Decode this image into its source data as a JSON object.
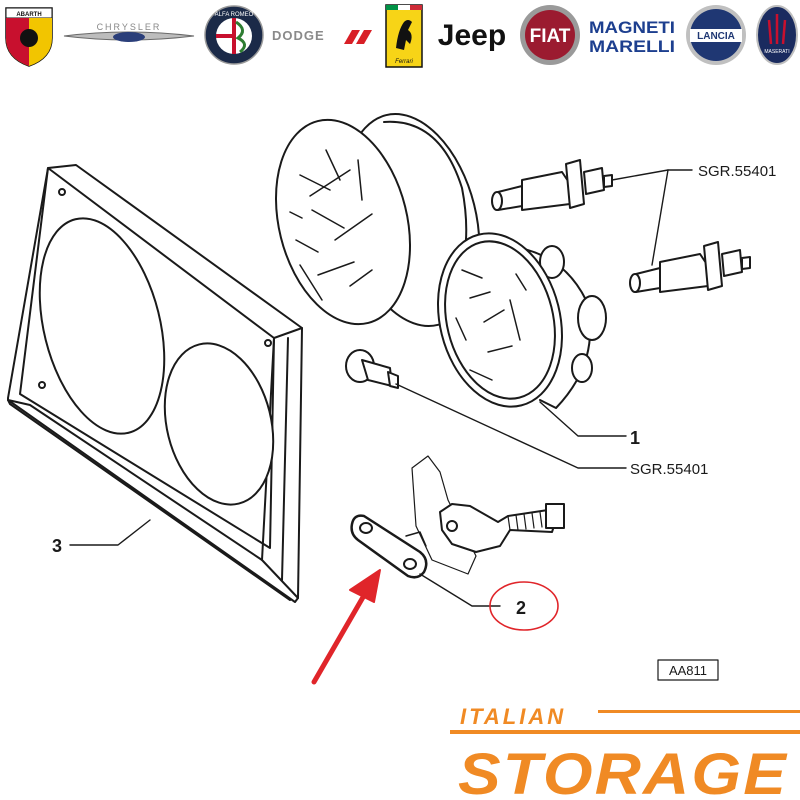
{
  "brand_logos": [
    {
      "name": "abarth-logo",
      "text": "ABARTH"
    },
    {
      "name": "chrysler-logo",
      "text": "CHRYSLER"
    },
    {
      "name": "alfa-romeo-logo",
      "text": "ALFA ROMEO"
    },
    {
      "name": "dodge-logo",
      "text": "DODGE"
    },
    {
      "name": "ferrari-logo",
      "text": "Ferrari"
    },
    {
      "name": "jeep-logo",
      "text": "Jeep"
    },
    {
      "name": "fiat-logo",
      "text": "FIAT"
    },
    {
      "name": "magneti-marelli-logo",
      "text": "MAGNETI MARELLI"
    },
    {
      "name": "lancia-logo",
      "text": "LANCIA"
    },
    {
      "name": "maserati-logo",
      "text": "MASERATI"
    }
  ],
  "callouts": {
    "part_1": "1",
    "part_2": "2",
    "part_3": "3",
    "ref_bulb_top": "SGR.55401",
    "ref_bulb_small": "SGR.55401"
  },
  "diagram_code": "AA811",
  "store_brand": {
    "line1": "ITALIAN",
    "line2": "STORAGE"
  },
  "colors": {
    "accent_orange": "#f08a24",
    "arrow_red": "#e0252a",
    "ink": "#1a1a1a"
  }
}
